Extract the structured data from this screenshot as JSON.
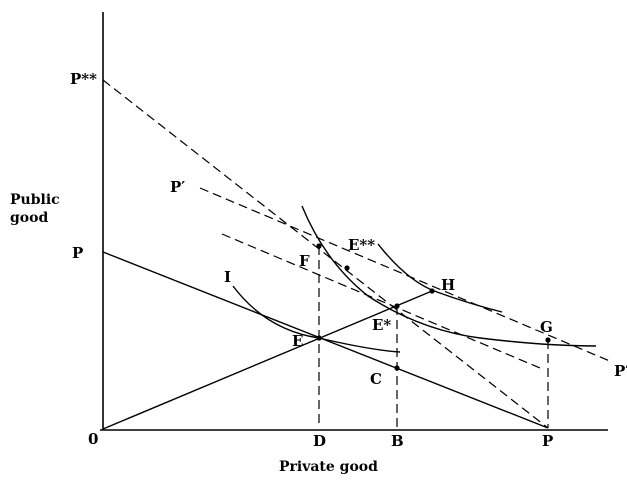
{
  "axes": {
    "y_title_line1": "Public",
    "y_title_line2": "good",
    "x_title": "Private good"
  },
  "labels": {
    "origin": "0",
    "p_double_star": "P**",
    "p_prime_left": "P′",
    "p_left": "P",
    "p_bottom": "P",
    "p_prime_right": "P′",
    "i": "I",
    "e": "E",
    "f": "F",
    "e_double_star": "E**",
    "e_star": "E*",
    "h": "H",
    "c": "C",
    "g": "G",
    "d": "D",
    "b": "B"
  }
}
